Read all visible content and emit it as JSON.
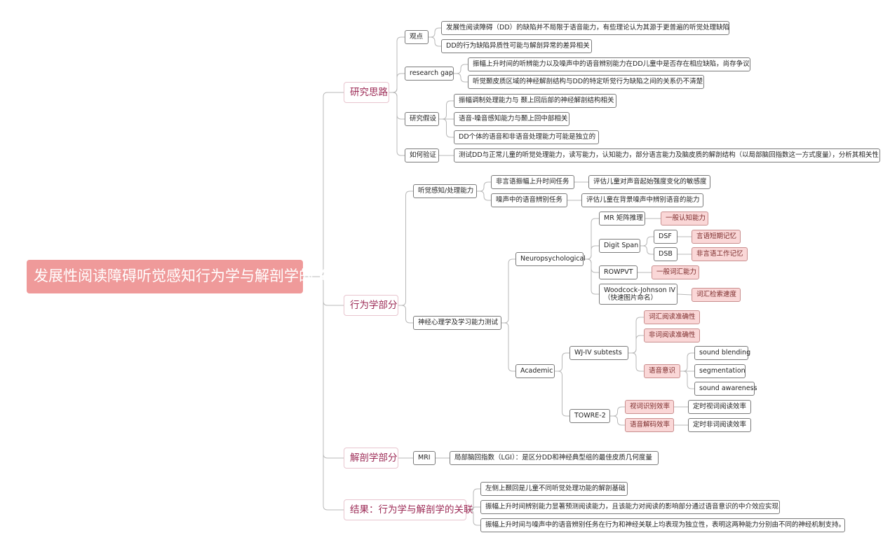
{
  "root": "发展性阅读障碍听觉感知行为学与解剖学的关联",
  "branches": {
    "research_idea": {
      "label": "研究思路",
      "viewpoint": {
        "label": "观点",
        "items": [
          "发展性阅读障碍（DD）的缺陷并不局限于语音能力，有些理论认为其源于更普遍的听觉处理缺陷",
          "DD的行为缺陷异质性可能与解剖异常的差异相关"
        ]
      },
      "research_gap": {
        "label": "research gap",
        "items": [
          "振幅上升时间的听辨能力以及噪声中的语音辨别能力在DD儿童中是否存在相应缺陷，尚存争议",
          "听觉颞皮质区域的神经解剖结构与DD的特定听觉行为缺陷之间的关系仍不清楚"
        ]
      },
      "hypothesis": {
        "label": "研究假设",
        "items": [
          "振幅调制处理能力与 颞上回后部的神经解剖结构相关",
          "语音-噪音感知能力与颞上回中部相关",
          "DD个体的语音和非语音处理能力可能是独立的"
        ]
      },
      "verification": {
        "label": "如何验证",
        "item": "测试DD与正常儿童的听觉处理能力，读写能力，认知能力，部分语言能力及脑皮质的解剖结构（以局部脑回指数这一方式度量），分析其相关性"
      }
    },
    "behavior": {
      "label": "行为学部分",
      "auditory": {
        "label": "听觉感知/处理能力",
        "tasks": [
          {
            "label": "非言语振幅上升时间任务",
            "desc": "评估儿童对声音起始强度变化的敏感度"
          },
          {
            "label": "噪声中的语音辨别任务",
            "desc": "评估儿童在背景噪声中辨别语音的能力"
          }
        ]
      },
      "neuro_tests": {
        "label": "神经心理学及学习能力测试",
        "neuropsych": {
          "label": "Neuropsychological",
          "mr": {
            "label": "MR 矩阵推理",
            "tag": "一般认知能力"
          },
          "digit_span": {
            "label": "Digit Span",
            "dsf": {
              "label": "DSF",
              "tag": "言语短期记忆"
            },
            "dsb": {
              "label": "DSB",
              "tag": "非言语工作记忆"
            }
          },
          "rowpvt": {
            "label": "ROWPVT",
            "tag": "一般词汇能力"
          },
          "wj": {
            "label": "Woodcock-Johnson IV",
            "sub": "（快速图片命名）",
            "tag": "词汇检索速度"
          }
        },
        "academic": {
          "label": "Academic",
          "wjiv": {
            "label": "WJ-IV subtests",
            "word_acc": "词汇阅读准确性",
            "nonword_acc": "非词阅读准确性",
            "phon_awareness": {
              "label": "语音意识",
              "items": [
                "sound blending",
                "segmentation",
                "sound awareness"
              ]
            }
          },
          "towre": {
            "label": "TOWRE-2",
            "sight": {
              "label": "视词识别效率",
              "desc": "定时视词阅读效率"
            },
            "decode": {
              "label": "语音解码效率",
              "desc": "定时非词阅读效率"
            }
          }
        }
      }
    },
    "anatomy": {
      "label": "解剖学部分",
      "mri": {
        "label": "MRI",
        "desc": "局部脑回指数（LGI）：是区分DD和神经典型组的最佳皮质几何度量"
      }
    },
    "results": {
      "label": "结果：行为学与解剖学的关联",
      "items": [
        "左侧上颞回是儿童不同听觉处理功能的解剖基础",
        "振幅上升时间辨别能力显著预测阅读能力，且该能力对阅读的影响部分通过语音意识的中介效应实现",
        "振幅上升时间与噪声中的语音辨别任务在行为和神经关联上均表现为独立性，表明这两种能力分别由不同的神经机制支持。"
      ]
    }
  },
  "colors": {
    "root_bg": "#ef9a9a",
    "main_text": "#9c2a55",
    "highlight_bg": "#fad7d7",
    "edge": "#b8b8b8"
  }
}
